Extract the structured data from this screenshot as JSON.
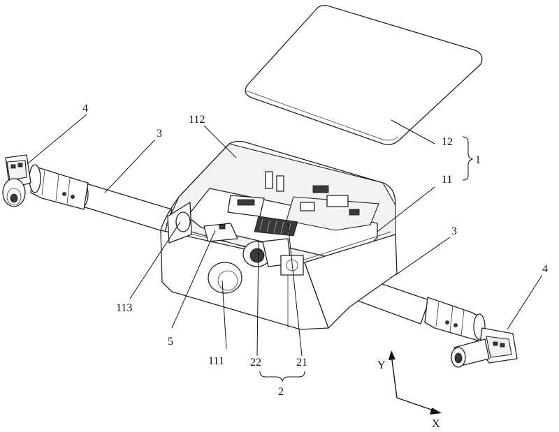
{
  "labels": {
    "l1": "1",
    "l2": "2",
    "l3a": "3",
    "l3b": "3",
    "l4a": "4",
    "l4b": "4",
    "l5": "5",
    "l11": "11",
    "l12": "12",
    "l21": "21",
    "l22": "22",
    "l111": "111",
    "l112": "112",
    "l113": "113"
  },
  "axes": {
    "x": "X",
    "y": "Y"
  }
}
